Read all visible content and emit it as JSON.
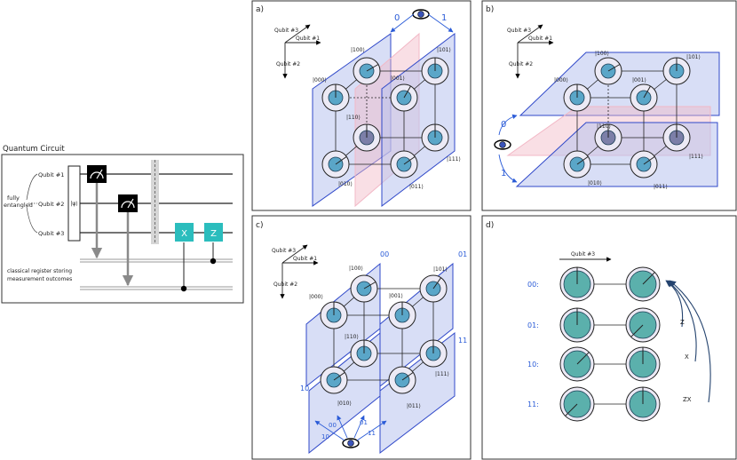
{
  "colors": {
    "plane_fill": "#b8c3ee",
    "plane_stroke": "#2f48c9",
    "pink": "#f2b8c6",
    "qubit_fill": "#5aa6c8",
    "qubit_fill_d": "#5bb0ac",
    "ring_fill": "#eceaf5",
    "gate_teal": "#2bbdbd",
    "label_blue": "#2a5bd7"
  },
  "circuit": {
    "title": "Quantum Circuit",
    "qubit1": "Qubit #1",
    "qubit2": "Qubit #2",
    "qubit3": "Qubit #3",
    "fully": "fully",
    "entangled": "entangled",
    "psi": "|ψ⟩",
    "gate_x": "X",
    "gate_z": "Z",
    "classical1": "classical register storing",
    "classical2": "measurement outcomes"
  },
  "panels": {
    "a": "a)",
    "b": "b)",
    "c": "c)",
    "d": "d)"
  },
  "axes": {
    "q1": "Qubit #1",
    "q2": "Qubit #2",
    "q3": "Qubit #3"
  },
  "states": {
    "s000": "|000⟩",
    "s001": "|001⟩",
    "s010": "|010⟩",
    "s011": "|011⟩",
    "s100": "|100⟩",
    "s101": "|101⟩",
    "s110": "|110⟩",
    "s111": "|111⟩"
  },
  "panel_a": {
    "left": "0",
    "right": "1"
  },
  "panel_b": {
    "top": "0",
    "bottom": "1"
  },
  "panel_c": {
    "l00": "00",
    "l01": "01",
    "l10": "10",
    "l11": "11"
  },
  "panel_d": {
    "q3": "Qubit #3",
    "rows": [
      "00:",
      "01:",
      "10:",
      "11:"
    ],
    "z": "Z",
    "x": "X",
    "zx": "ZX"
  }
}
